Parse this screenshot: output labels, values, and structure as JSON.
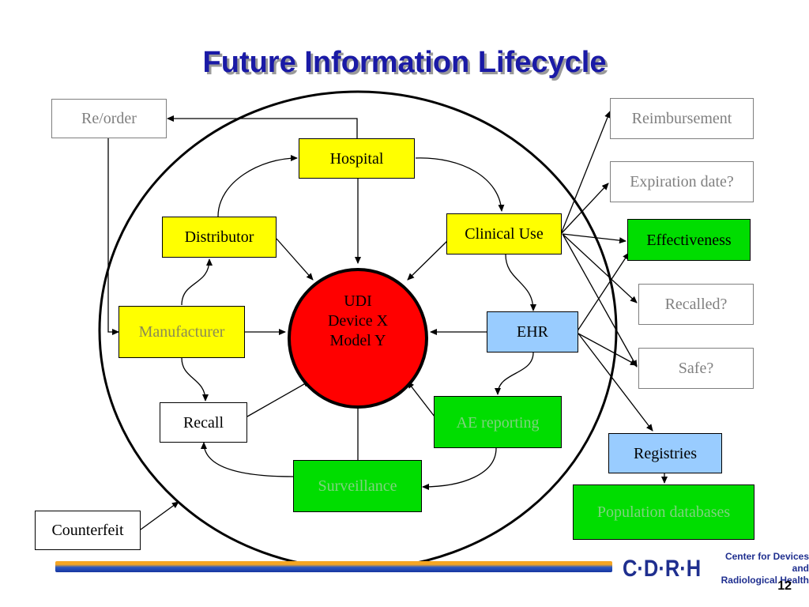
{
  "title": "Future Information Lifecycle",
  "center": {
    "line1": "UDI",
    "line2": "Device X",
    "line3": "Model Y"
  },
  "nodes": {
    "reorder": "Re/order",
    "hospital": "Hospital",
    "distributor": "Distributor",
    "clinical_use": "Clinical Use",
    "manufacturer": "Manufacturer",
    "ehr": "EHR",
    "recall": "Recall",
    "ae_reporting": "AE reporting",
    "surveillance": "Surveillance",
    "counterfeit": "Counterfeit",
    "reimbursement": "Reimbursement",
    "expiration": "Expiration date?",
    "effectiveness": "Effectiveness",
    "recalled": "Recalled?",
    "safe": "Safe?",
    "registries": "Registries",
    "population": "Population databases"
  },
  "footer": {
    "logo_mark": "C·D·R·H",
    "logo_line1": "Center for Devices and",
    "logo_line2": "Radiological Health",
    "page_number": "12"
  },
  "colors": {
    "title": "#1a1aa6",
    "yellow": "#ffff00",
    "green": "#00dd00",
    "blue": "#99ccff",
    "red": "#ff0000"
  }
}
